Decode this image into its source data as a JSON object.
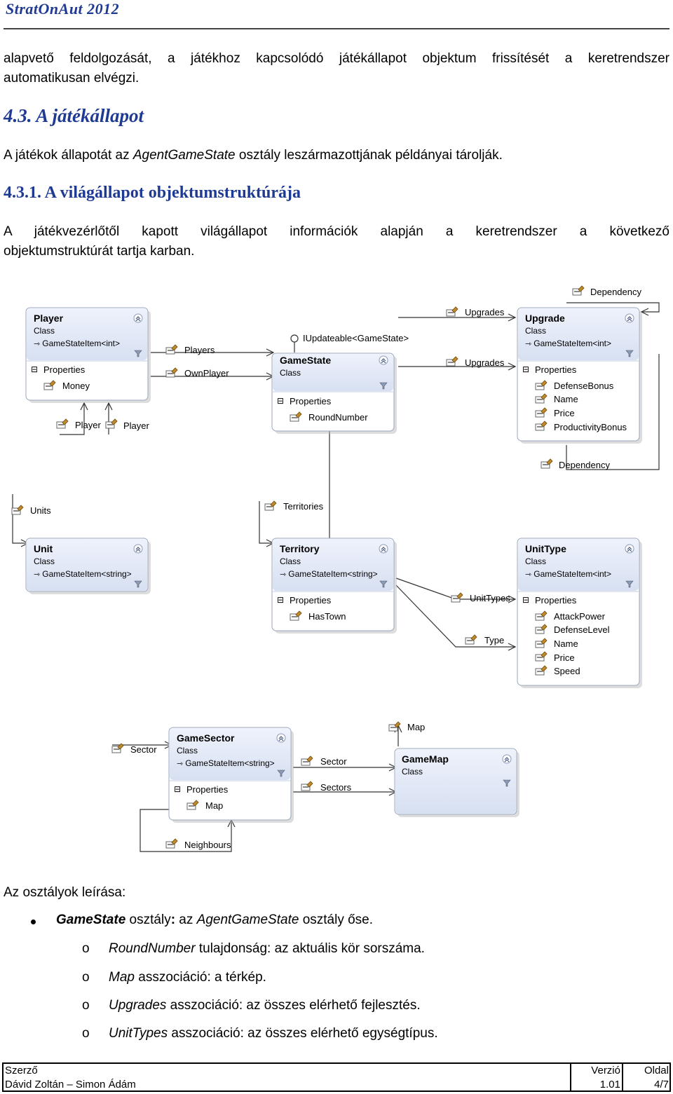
{
  "header": {
    "logo_text": "StratOnAut 2012"
  },
  "intro": {
    "line1": "alapvető feldolgozását, a játékhoz kapcsolódó játékállapot objektum frissítését a keretrendszer",
    "line2": "automatikusan elvégzi."
  },
  "section": {
    "heading": "4.3. A játékállapot",
    "para_pre": "A játékok állapotát az ",
    "para_em": "AgentGameState",
    "para_post": " osztály leszármazottjának példányai tárolják."
  },
  "subsection": {
    "heading": "4.3.1. A világállapot objektumstruktúrája",
    "line1": "A játékvezérlőtől kapott világállapot információk alapján a keretrendszer a következő",
    "line2": "objektumstruktúrát tartja karban."
  },
  "diagram": {
    "classes": {
      "player": {
        "name": "Player",
        "kind": "Class",
        "base": "GameStateItem<int>",
        "section": "Properties",
        "props": [
          "Money"
        ]
      },
      "gamestate": {
        "name": "GameState",
        "kind": "Class",
        "section": "Properties",
        "props": [
          "RoundNumber"
        ]
      },
      "upgrade": {
        "name": "Upgrade",
        "kind": "Class",
        "base": "GameStateItem<int>",
        "section": "Properties",
        "props": [
          "DefenseBonus",
          "Name",
          "Price",
          "ProductivityBonus"
        ]
      },
      "unit": {
        "name": "Unit",
        "kind": "Class",
        "base": "GameStateItem<string>"
      },
      "territory": {
        "name": "Territory",
        "kind": "Class",
        "base": "GameStateItem<string>",
        "section": "Properties",
        "props": [
          "HasTown"
        ]
      },
      "unittype": {
        "name": "UnitType",
        "kind": "Class",
        "base": "GameStateItem<int>",
        "section": "Properties",
        "props": [
          "AttackPower",
          "DefenseLevel",
          "Name",
          "Price",
          "Speed"
        ]
      },
      "gamesector": {
        "name": "GameSector",
        "kind": "Class",
        "base": "GameStateItem<string>",
        "section": "Properties",
        "props": [
          "Map"
        ]
      },
      "gamemap": {
        "name": "GameMap",
        "kind": "Class"
      }
    },
    "interface_label": "IUpdateable<GameState>",
    "assoc": {
      "dependency_top": "Dependency",
      "players": "Players",
      "ownplayer": "OwnPlayer",
      "upgrades_top": "Upgrades",
      "upgrades_mid": "Upgrades",
      "player_a": "Player",
      "player_b": "Player",
      "dependency_mid": "Dependency",
      "units": "Units",
      "territories": "Territories",
      "unittypes": "UnitTypes",
      "type": "Type",
      "map": "Map",
      "sector_left": "Sector",
      "sector_right": "Sector",
      "sectors": "Sectors",
      "neighbours": "Neighbours"
    }
  },
  "description": {
    "heading": "Az osztályok leírása:",
    "bullet": {
      "em": "GameState",
      "mid": " osztály",
      "colon": ":",
      "pre": " az ",
      "em2": "AgentGameState",
      "post": " osztály őse."
    },
    "subitems": [
      {
        "marker": "o",
        "em": "RoundNumber",
        "text": " tulajdonság: az aktuális kör sorszáma."
      },
      {
        "marker": "o",
        "em": "Map",
        "text": " asszociáció: a térkép."
      },
      {
        "marker": "o",
        "em": "Upgrades",
        "text": " asszociáció: az összes elérhető fejlesztés."
      },
      {
        "marker": "o",
        "em": "UnitTypes",
        "text": " asszociáció: az összes elérhető egységtípus."
      }
    ]
  },
  "footer": {
    "author_label": "Szerző",
    "author_value": "Dávid Zoltán – Simon Ádám",
    "version_label": "Verzió",
    "version_value": "1.01",
    "page_label": "Oldal",
    "page_value": "4/7"
  }
}
